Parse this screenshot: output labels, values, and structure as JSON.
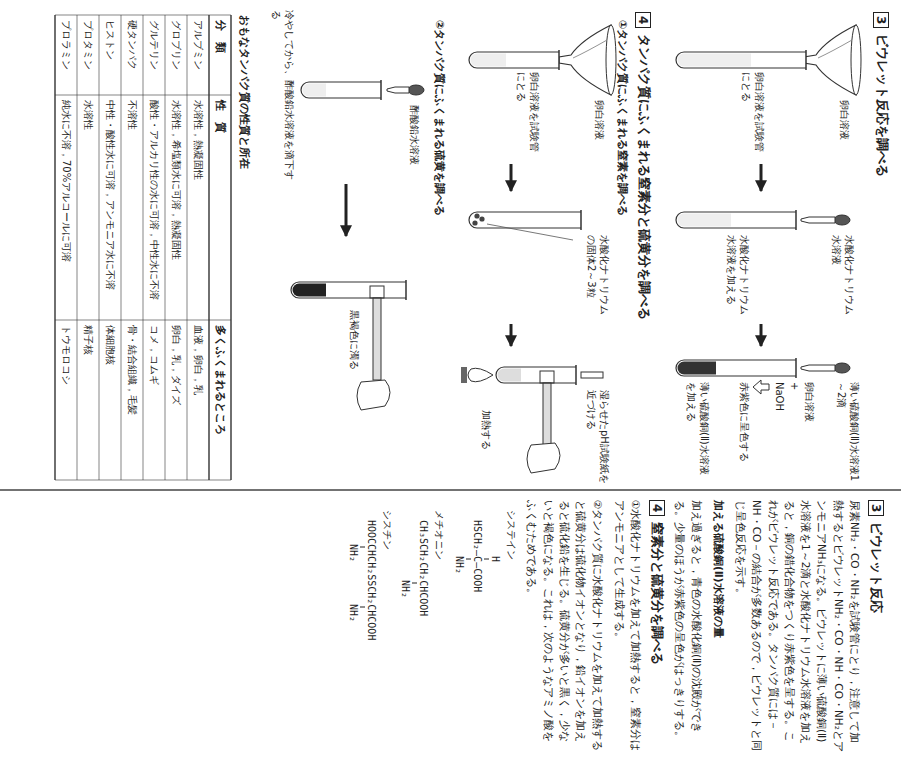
{
  "diagram": {
    "nodes": [
      {
        "text": [
          "卵白溶液",
          "卵白溶液を試験管にとる"
        ]
      },
      {
        "text": [
          "水酸化ナトリウム水溶液",
          "水酸化ナトリウム水溶液を加える"
        ]
      },
      {
        "text": [
          "薄い硫酸銅(Ⅱ)水溶液1～2滴",
          "卵白溶液",
          "+",
          "NaOH",
          "赤紫色に呈色する",
          "薄い硫酸銅(Ⅱ)水溶液を加える"
        ]
      },
      {
        "text": [
          "卵白溶液",
          "卵白溶液を試験管にとる"
        ]
      },
      {
        "text": [
          "水酸化ナトリウムの固体2～3粒"
        ]
      },
      {
        "text": [
          "湿らせたpH試験紙を近づける",
          "加熱する"
        ]
      },
      {
        "text": [
          "酢酸鉛水溶液",
          "冷やしてから、酢酸鉛水溶液を滴下する"
        ]
      },
      {
        "text": [
          "黒褐色に濁る"
        ]
      }
    ],
    "edges": [
      {
        "from": 0,
        "to": 1,
        "arrow": "to"
      },
      {
        "from": 1,
        "to": 2,
        "arrow": "to"
      },
      {
        "from": 3,
        "to": 4,
        "arrow": "to"
      },
      {
        "from": 4,
        "to": 5,
        "arrow": "to"
      },
      {
        "from": 6,
        "to": 7,
        "arrow": "to"
      }
    ],
    "labels": [
      "3",
      "ビウレット反応を調べる",
      "4",
      "タンパク質にふくまれる窒素分と硫黄分を調べる",
      "①タンパク質にふくまれる窒素を調べる",
      "②タンパク質にふくまれる硫黄を調べる",
      "おもなタンパク質の性質と所在",
      "分　類",
      "性　質",
      "多くふくまれるところ",
      "アルブミン",
      "水溶性，熱凝固性",
      "血液，卵白，乳",
      "グロブリン",
      "水溶性，希塩類水に可溶，熱凝固性",
      "卵白，乳，ダイズ",
      "グルテリン",
      "酸性・アルカリ性の水に可溶，中性水に不溶",
      "コメ，コムギ",
      "硬タンパク",
      "不溶性",
      "骨・結合組織，毛髪",
      "ヒストン",
      "中性・酸性水に可溶，アンモニア水に不溶",
      "体細胞核",
      "プロタミン",
      "水溶性",
      "精子核",
      "プロラミン",
      "純水に不溶，70%アルコールに可溶",
      "トウモロコシ",
      "3",
      "ビウレット反応",
      "尿素NH₂・CO・NH₂を試験管にとり，注意して加熱するとビウレットNH₂・CO・NH・CO・NH₂とアンモニアNH₃になる。ビウレットに薄い硫酸銅(Ⅱ)水溶液を1～2滴と水酸化ナトリウム水溶液を加えると，銅の錯化合物をつくり赤紫色を呈する。これがビウレット反応である。タンパク質には－NH・CO－の結合が多数あるので，ビウレットと同じ呈色反応を示す。",
      "加える硫酸銅(Ⅱ)水溶液の量",
      "加え過ぎると，青色の水酸化銅(Ⅱ)の沈殿ができる。少量のほうが赤紫色の呈色がはっきりする。",
      "4",
      "窒素分と硫黄分を調べる",
      "①水酸化ナトリウムを加えて加熱すると，窒素分はアンモニアとして生成する。",
      "②タンパク質に水酸化ナトリウムを加えて加熱すると硫黄分は硫化物イオンとなり，鉛イオンを加えると硫化鉛を生じる。硫黄分が多いと黒く，少ないと褐色になる。これは，次のようなアミノ酸をふくむためである。",
      "システイン",
      "H",
      "HSCH₂—C—COOH",
      "NH₂",
      "メチオニン",
      "CH₃SCH₂CH₂CHCOOH",
      "NH₂",
      "シスチン",
      "HOOCCHCH₂SSCH₂CHCOOH",
      "NH₂",
      "NH₂"
    ]
  }
}
